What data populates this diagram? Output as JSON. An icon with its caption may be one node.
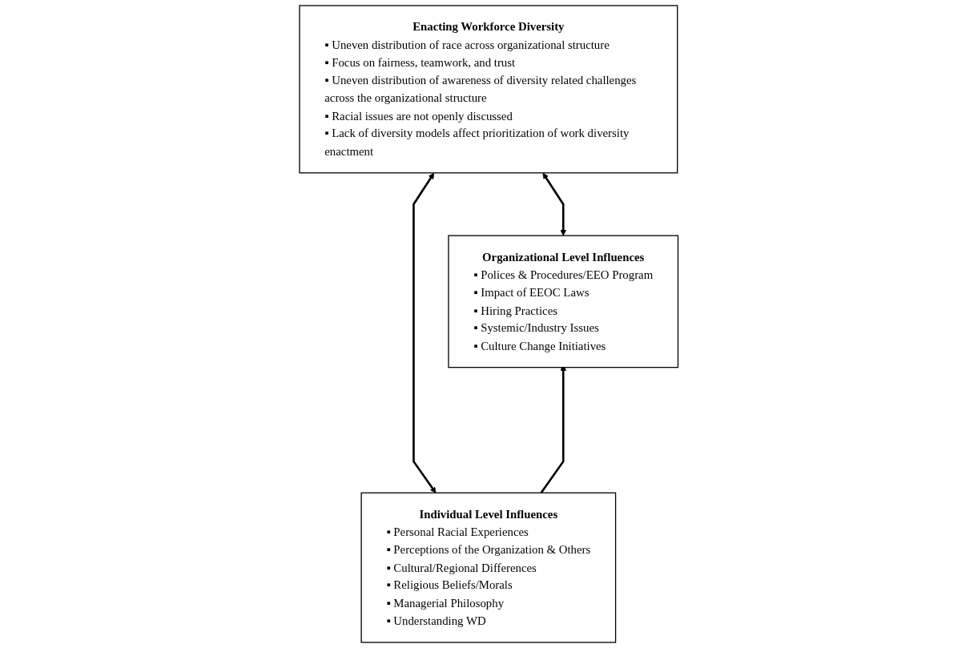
{
  "diagram": {
    "nodes": [
      {
        "text": [
          "Enacting Workforce Diversity",
          "▪ Uneven distribution of race across organizational structure",
          "▪ Focus on fairness, teamwork, and trust",
          "▪ Uneven distribution of awareness of diversity related challenges across the organizational structure",
          "▪ Racial issues are not openly discussed",
          "▪ Lack of diversity models affect prioritization of work diversity enactment"
        ]
      },
      {
        "text": [
          "Organizational Level Influences",
          "▪ Polices & Procedures/EEO Program",
          "▪ Impact of EEOC Laws",
          "▪ Hiring Practices",
          "▪ Systemic/Industry Issues",
          "▪ Culture Change Initiatives"
        ]
      },
      {
        "text": [
          "Individual Level Influences",
          "▪ Personal Racial Experiences",
          "▪ Perceptions of the Organization & Others",
          "▪ Cultural/Regional Differences",
          "▪ Religious Beliefs/Morals",
          "▪ Managerial Philosophy",
          "▪ Understanding WD"
        ]
      }
    ],
    "edges": [
      {
        "from": 0,
        "to": 1,
        "arrow": "both"
      },
      {
        "from": 0,
        "to": 2,
        "arrow": "both"
      },
      {
        "from": 2,
        "to": 1,
        "arrow": "to"
      }
    ]
  }
}
